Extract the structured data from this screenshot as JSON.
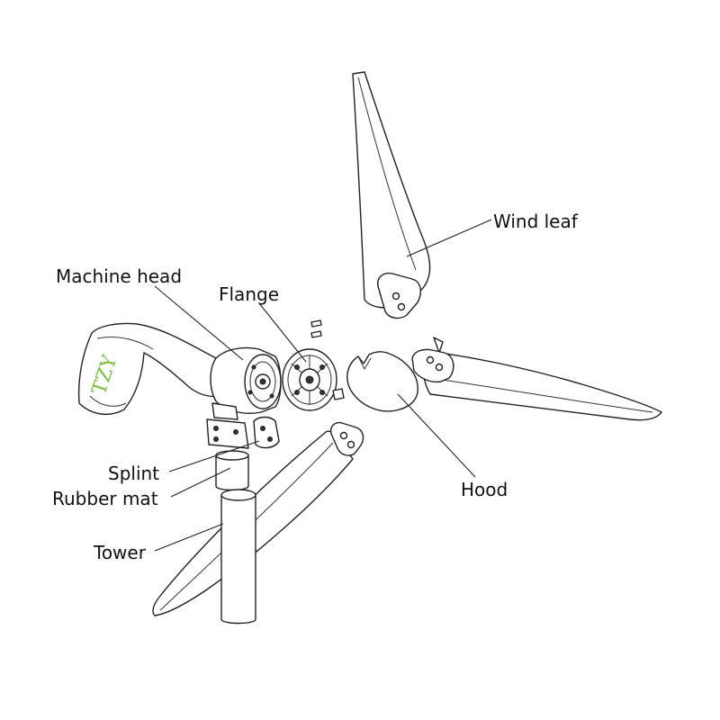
{
  "labels": {
    "wind_leaf": "Wind leaf",
    "machine_head": "Machine head",
    "flange": "Flange",
    "hood": "Hood",
    "splint": "Splint",
    "rubber_mat": "Rubber mat",
    "tower": "Tower"
  },
  "logo": {
    "text": "TZY",
    "color": "#7bc142"
  },
  "line_color": "#222222",
  "background": "#ffffff"
}
